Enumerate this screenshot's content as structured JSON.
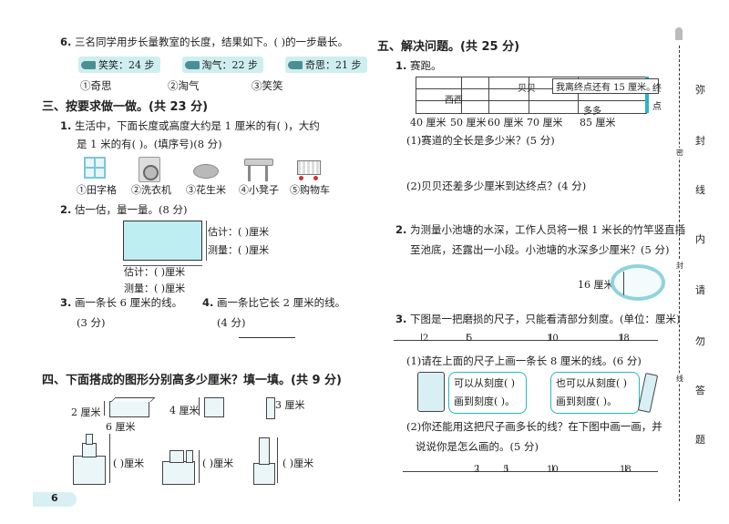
{
  "left": {
    "q6": {
      "num": "6.",
      "text": "三名同学用步长量教室的长度，结果如下。(    )的一步最长。",
      "chips": [
        "笑笑：24 步",
        "淘气：22 步",
        "奇思：21 步"
      ],
      "options": [
        "①奇思",
        "②淘气",
        "③笑笑"
      ]
    },
    "sec3": {
      "title": "三、按要求做一做。(共 23 分)",
      "q1": {
        "num": "1.",
        "line1": "生活中，下面长度或高度大约是 1 厘米的有(        )，大约",
        "line2": "是 1 米的有(        )。(填序号)(8 分)",
        "items": [
          "①田字格",
          "②洗衣机",
          "③花生米",
          "④小凳子",
          "⑤购物车"
        ]
      },
      "q2": {
        "num": "2.",
        "text": "估一估，量一量。(8 分)",
        "est_side": "估计：(    )厘米",
        "meas_side": "测量：(    )厘米",
        "est_bottom": "估计：(    )厘米",
        "meas_bottom": "测量：(    )厘米"
      },
      "q3": {
        "num": "3.",
        "text": "画一条长 6 厘米的线。",
        "score": "(3 分)"
      },
      "q4": {
        "num": "4.",
        "text": "画一条比它长 2 厘米的线。",
        "score": "(4 分)"
      }
    },
    "sec4": {
      "title": "四、下面搭成的图形分别高多少厘米？填一填。(共 9 分)",
      "f1_h": "2 厘米",
      "f1_w": "6 厘米",
      "f2_h": "4 厘米",
      "f3_h": "3 厘米",
      "ans": "(    )厘米"
    },
    "page_num": "6"
  },
  "right": {
    "sec5": {
      "title": "五、解决问题。(共 25 分)",
      "q1": {
        "num": "1.",
        "text": "赛跑。",
        "name_xixi": "西西",
        "name_beibei": "贝贝",
        "speech": "我离终点还有 15 厘米。",
        "name_duoduo": "多多",
        "end": "终点",
        "ticks": [
          "40 厘米",
          "50 厘米",
          "60 厘米",
          "70 厘米",
          "85 厘米"
        ],
        "sub1": "(1)赛道的全长是多少米？(5 分)",
        "sub2": "(2)贝贝还差多少厘米到达终点？(4 分)"
      },
      "q2": {
        "num": "2.",
        "line1": "为测量小池塘的水深，工作人员将一根 1 米长的竹竿竖直插",
        "line2": "至池底，还露出一小段。小池塘的水深多少厘米？(5 分)",
        "label": "16 厘米"
      },
      "q3": {
        "num": "3.",
        "text": "下图是一把磨损的尺子，只能看清部分刻度。(单位：厘米)",
        "ruler_ticks": [
          "2",
          "5",
          "10",
          "18"
        ],
        "sub1": "(1)请在上面的尺子上画一条长 8 厘米的线。(6 分)",
        "bubble1_a": "可以从刻度(    )",
        "bubble1_b": "画到刻度(    )。",
        "bubble2_a": "也可以从刻度(    )",
        "bubble2_b": "画到刻度(    )。",
        "sub2a": "(2)你还能用这把尺子画多长的线？在下图中画一画，并",
        "sub2b": "说说你是怎么画的。(5 分)"
      }
    }
  },
  "sidebar": {
    "chars": [
      "弥",
      "封",
      "线",
      "内",
      "请",
      "勿",
      "答",
      "题"
    ],
    "small": [
      "密",
      "封",
      "线"
    ]
  }
}
